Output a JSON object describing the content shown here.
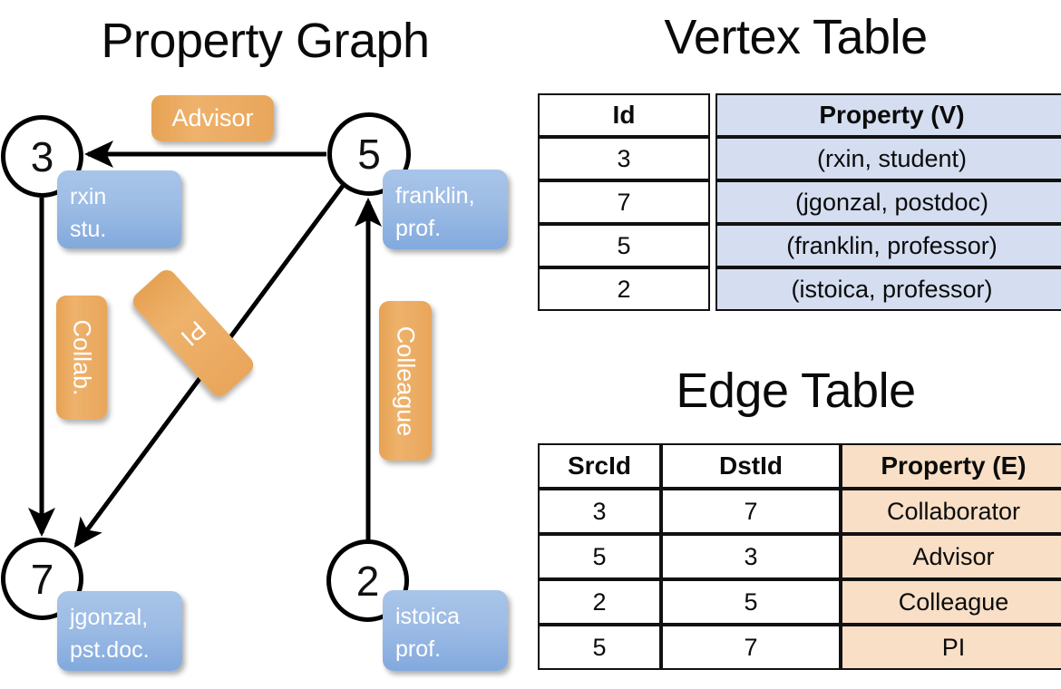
{
  "titles": {
    "property_graph": "Property Graph",
    "vertex_table": "Vertex Table",
    "edge_table": "Edge Table"
  },
  "graph": {
    "nodes": [
      {
        "id": "3",
        "name": "rxin",
        "role": "stu."
      },
      {
        "id": "5",
        "name": "franklin,",
        "role": "prof."
      },
      {
        "id": "7",
        "name": "jgonzal,",
        "role": "pst.doc."
      },
      {
        "id": "2",
        "name": "istoica",
        "role": "prof."
      }
    ],
    "edge_labels": [
      {
        "key": "advisor",
        "label": "Advisor"
      },
      {
        "key": "collab",
        "label": "Collab."
      },
      {
        "key": "pi",
        "label": "PI"
      },
      {
        "key": "colleague",
        "label": "Colleague"
      }
    ],
    "edges": [
      {
        "from": "5",
        "to": "3",
        "label": "Advisor"
      },
      {
        "from": "3",
        "to": "7",
        "label": "Collab."
      },
      {
        "from": "5",
        "to": "7",
        "label": "PI"
      },
      {
        "from": "2",
        "to": "5",
        "label": "Colleague"
      }
    ],
    "colors": {
      "node_stroke": "#000000",
      "vertex_property_fill": "#9dbce5",
      "edge_property_fill": "#e9a65b"
    }
  },
  "vertex_table": {
    "headers": [
      "Id",
      "Property (V)"
    ],
    "rows": [
      {
        "id": "3",
        "property": "(rxin, student)"
      },
      {
        "id": "7",
        "property": "(jgonzal, postdoc)"
      },
      {
        "id": "5",
        "property": "(franklin, professor)"
      },
      {
        "id": "2",
        "property": "(istoica, professor)"
      }
    ],
    "colors": {
      "property_bg": "#d4def0",
      "id_bg": "#ffffff",
      "border": "#111111"
    }
  },
  "edge_table": {
    "headers": [
      "SrcId",
      "DstId",
      "Property (E)"
    ],
    "rows": [
      {
        "src": "3",
        "dst": "7",
        "property": "Collaborator"
      },
      {
        "src": "5",
        "dst": "3",
        "property": "Advisor"
      },
      {
        "src": "2",
        "dst": "5",
        "property": "Colleague"
      },
      {
        "src": "5",
        "dst": "7",
        "property": "PI"
      }
    ],
    "colors": {
      "property_bg": "#f8dfc6",
      "id_bg": "#ffffff",
      "border": "#111111"
    }
  }
}
